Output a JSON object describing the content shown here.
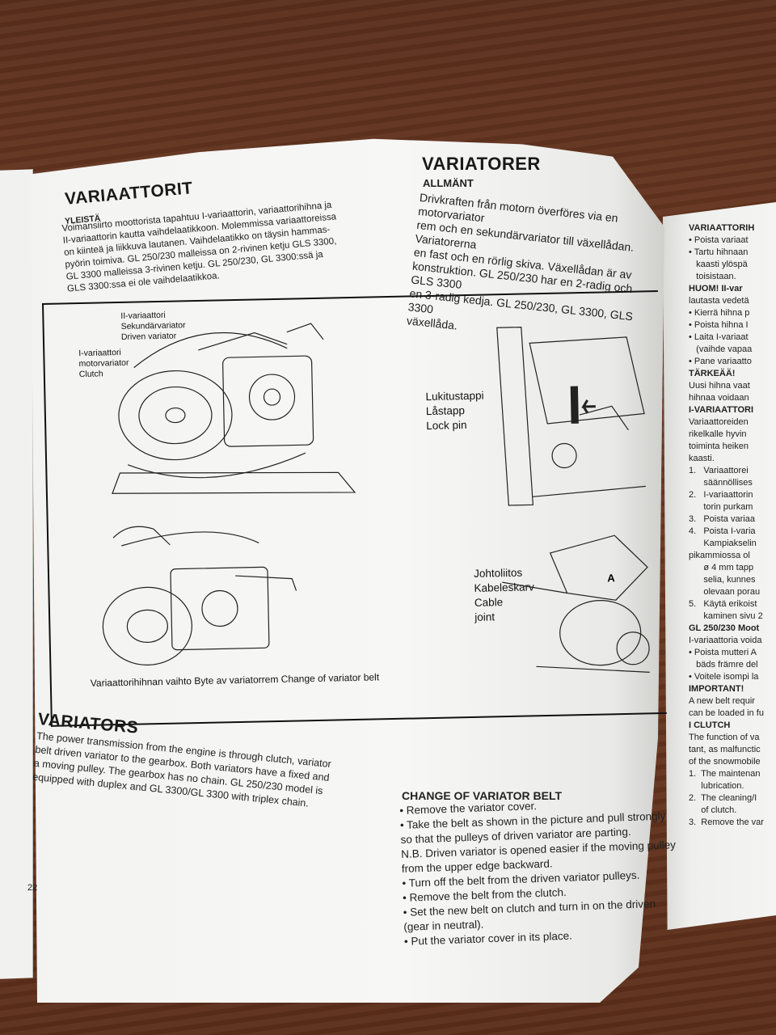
{
  "left_page": {
    "title": "VARIAATTORIT",
    "subtitle": "YLEISTÄ",
    "paragraph_lines": [
      "Voimansiirto moottorista tapahtuu I-variaattorin, variaattorihihna ja",
      "II-variaattorin kautta vaihdelaatikkoon. Molemmissa variaattoreissa",
      "on kiinteä ja liikkuva lautanen. Vaihdelaatikko on täysin hammas-",
      "pyörin toimiva. GL 250/230 malleissa on 2-rivinen ketju GLS 3300,",
      "GL 3300 malleissa 3-rivinen ketju. GL 250/230, GL 3300:ssä ja",
      "GLS 3300:ssa ei ole vaihdelaatikkoa."
    ],
    "page_number": "22"
  },
  "swedish": {
    "title": "VARIATORER",
    "subtitle": "ALLMÄNT",
    "paragraph_lines": [
      "Drivkraften från motorn överföres via en motorvariator",
      "rem och en sekundärvariator till växellådan. Variatorerna",
      "en fast och en rörlig skiva. Växellådan är av",
      "konstruktion. GL 250/230 har en 2-radig och GLS 3300",
      "en 3-radig kedja. GL 250/230, GL 3300, GLS 3300",
      "växellåda."
    ]
  },
  "illustration": {
    "labels_secondary": [
      "II-variaattori",
      "Sekundärvariator",
      "Driven variator"
    ],
    "labels_primary": [
      "I-variaattori",
      "motorvariator",
      "Clutch"
    ],
    "labels_lockpin": [
      "Lukitustappi",
      "Låstapp",
      "Lock pin"
    ],
    "labels_cable": [
      "Johtoliitos",
      "Kabeleskarv",
      "Cable",
      "joint"
    ],
    "marker_a": "A",
    "caption": "Variaattorihihnan vaihto  Byte av variatorrem  Change of variator belt"
  },
  "english": {
    "title": "VARIATORS",
    "paragraph_lines": [
      "The power transmission from the engine is through clutch, variator",
      "belt driven variator to the gearbox. Both variators have a fixed and",
      "a moving pulley. The gearbox has no chain. GL 250/230 model is",
      "equipped with duplex and GL 3300/GL 3300 with triplex chain."
    ],
    "change_title": "CHANGE OF VARIATOR BELT",
    "steps": [
      "• Remove the variator cover.",
      "• Take the belt as shown in the picture and pull strongly",
      "   so that the pulleys of driven variator are parting.",
      "N.B. Driven variator is opened easier if the moving pulley",
      "from the upper edge backward.",
      "• Turn off the belt from the driven variator pulleys.",
      "• Remove the belt from the clutch.",
      "• Set the new belt on clutch and turn in on the driven",
      "   (gear in neutral).",
      "• Put the variator cover in its place."
    ]
  },
  "right_page": {
    "lines": [
      "VARIAATTORIH",
      "• Poista variaat",
      "• Tartu hihnaan",
      "   kaasti ylöspä",
      "   toisistaan.",
      "HUOM! II-var",
      "lautasta vedetä",
      "• Kierrä hihna p",
      "• Poista hihna I",
      "• Laita I-variaat",
      "   (vaihde vapaa",
      "• Pane variaatto",
      "TÄRKEÄÄ!",
      "Uusi hihna vaat",
      "hihnaa voidaan",
      "I-VARIAATTORI",
      "Variaattoreiden",
      "rikelkalle hyvin",
      "toiminta heiken",
      "kaasti.",
      "1.   Variaattorei",
      "      säännöllises",
      "2.   I-variaattorin",
      "      torin purkam",
      "3.   Poista variaa",
      "4.   Poista I-varia",
      "      Kampiakselin",
      "pikammiossa ol",
      "      ø 4 mm tapp",
      "      selia, kunnes",
      "      olevaan porau",
      "5.   Käytä erikoist",
      "      kaminen sivu 2",
      "GL 250/230 Moot",
      "I-variaattoria voida",
      "• Poista mutteri A",
      "   bäds främre del",
      "• Voitele isompi la",
      "IMPORTANT!",
      "A new belt requir",
      "can be loaded in fu",
      "I CLUTCH",
      "The function of va",
      "tant, as malfunctic",
      "of the snowmobile",
      "1.  The maintenan",
      "     lubrication.",
      "2.  The cleaning/I",
      "     of clutch.",
      "3.  Remove the var"
    ]
  }
}
